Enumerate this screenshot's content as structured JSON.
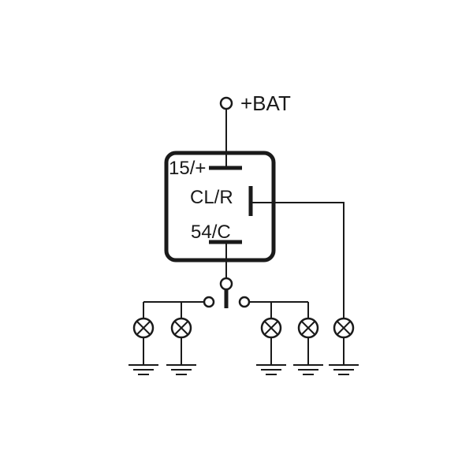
{
  "labels": {
    "supply": "+BAT",
    "pin_15": "15/+",
    "pin_clr": "CL/R",
    "pin_54": "54/C"
  },
  "colors": {
    "ink": "#1a1a1a",
    "background": "#ffffff"
  }
}
